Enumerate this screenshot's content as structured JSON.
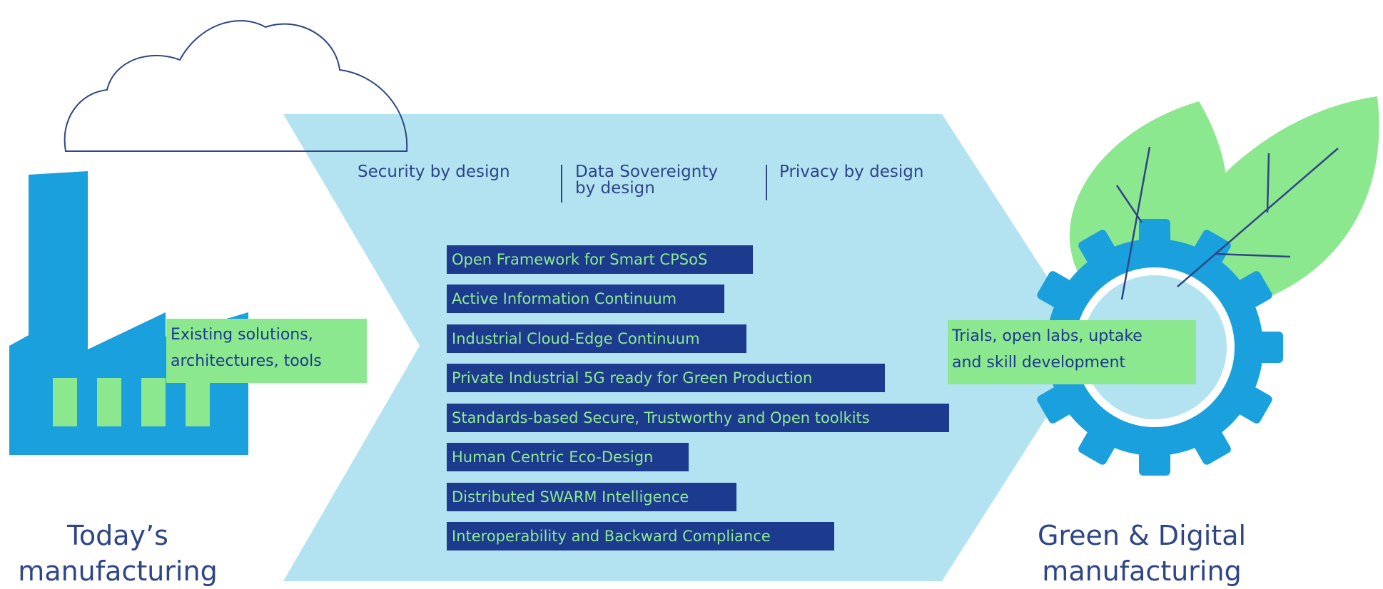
{
  "principles": [
    {
      "lines": [
        "Security by design"
      ]
    },
    {
      "lines": [
        "Data Sovereignty",
        "by design"
      ]
    },
    {
      "lines": [
        "Privacy by design"
      ]
    }
  ],
  "outcomes": [
    "Open Framework for Smart CPSoS",
    "Active Information Continuum",
    "Industrial Cloud-Edge Continuum",
    "Private Industrial 5G ready for Green Production",
    "Standards-based Secure, Trustworthy and Open toolkits",
    "Human Centric Eco-Design",
    "Distributed SWARM Intelligence",
    "Interoperability and Backward Compliance"
  ],
  "left_box": {
    "lines": [
      "Existing solutions,",
      "architectures, tools"
    ]
  },
  "right_box": {
    "lines": [
      "Trials, open labs, uptake",
      "and skill development"
    ]
  },
  "left_title": {
    "lines": [
      "Today’s",
      "manufacturing"
    ]
  },
  "right_title": {
    "lines": [
      "Green & Digital",
      "manufacturing"
    ]
  },
  "colors": {
    "chevron": "#b3e3f1",
    "factory": "#1aa0dc",
    "navy": "#1c3a8e",
    "green": "#8be88f",
    "gear": "#1aa0dc"
  }
}
